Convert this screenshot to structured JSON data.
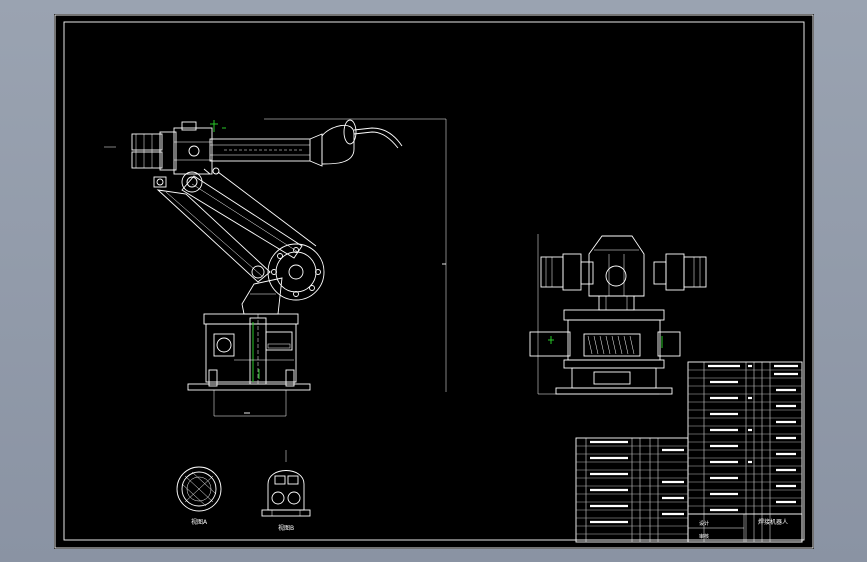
{
  "drawing": {
    "view_labels": [
      "视图A",
      "视图B"
    ],
    "title_block": {
      "name": "焊接机器人",
      "drawn_by": "设计",
      "checked_by": "审核"
    }
  },
  "colors": {
    "viewport_background": "#8f98a7",
    "sheet_background": "#000000",
    "line": "#ffffff",
    "accent": "#28c828"
  }
}
